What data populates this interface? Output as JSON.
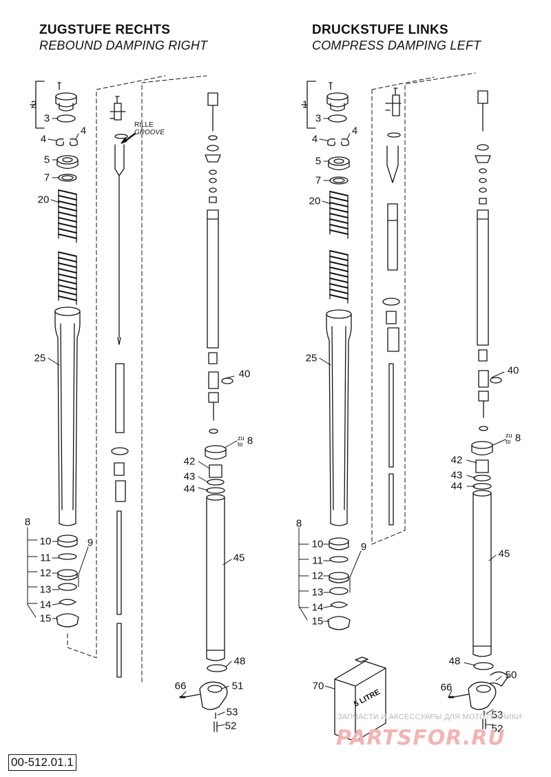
{
  "headings": {
    "left_de": "ZUGSTUFE RECHTS",
    "left_en": "REBOUND DAMPING RIGHT",
    "right_de": "DRUCKSTUFE LINKS",
    "right_en": "COMPRESS DAMPING LEFT"
  },
  "groove_label": {
    "de": "RILLE",
    "en": "GROOVE"
  },
  "zu_to": {
    "zu": "zu",
    "to": "to"
  },
  "left_labels": {
    "p2": "2",
    "p3": "3",
    "p4a": "4",
    "p4b": "4",
    "p5": "5",
    "p7": "7",
    "p20": "20",
    "p25": "25",
    "p40": "40",
    "p8top": "8",
    "p42": "42",
    "p43": "43",
    "p44": "44",
    "p45": "45",
    "p8": "8",
    "p9": "9",
    "p10": "10",
    "p11": "11",
    "p12": "12",
    "p13": "13",
    "p14": "14",
    "p15": "15",
    "p48": "48",
    "p51": "51",
    "p66": "66",
    "p53": "53",
    "p52": "52"
  },
  "right_labels": {
    "p1": "1",
    "p3": "3",
    "p4a": "4",
    "p4b": "4",
    "p5": "5",
    "p7": "7",
    "p20": "20",
    "p25": "25",
    "p40": "40",
    "p8top": "8",
    "p42": "42",
    "p43": "43",
    "p44": "44",
    "p45": "45",
    "p8": "8",
    "p9": "9",
    "p10": "10",
    "p11": "11",
    "p12": "12",
    "p13": "13",
    "p14": "14",
    "p15": "15",
    "p48": "48",
    "p50": "50",
    "p66": "66",
    "p53": "53",
    "p52": "52",
    "p70": "70"
  },
  "oil_can_label": "5 LITRE",
  "doc_number": "00-512.01.1",
  "watermark": {
    "text_ru": "ЗАПЧАСТИ И АКСЕССУАРЫ ДЛЯ МОТОТЕХНИКИ",
    "logo": "PARTSFOR.RU",
    "color": "#f2b4b4"
  }
}
